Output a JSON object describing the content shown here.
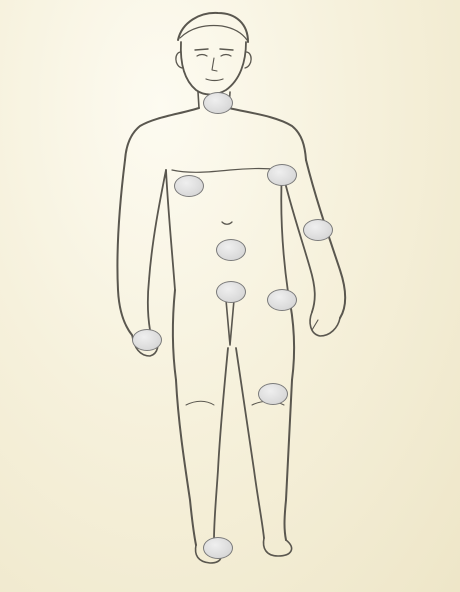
{
  "diagram": {
    "subject": "front-view-human-body-sketch",
    "colors": {
      "paper": "#f6f1dc",
      "pencil": "#5a574f",
      "marker_fill": "#d9d9d9",
      "marker_border": "#7a7a7a"
    },
    "markers": [
      {
        "id": "neck"
      },
      {
        "id": "right-chest"
      },
      {
        "id": "left-chest"
      },
      {
        "id": "left-elbow"
      },
      {
        "id": "abdomen"
      },
      {
        "id": "right-groin"
      },
      {
        "id": "left-thigh"
      },
      {
        "id": "right-hand"
      },
      {
        "id": "left-knee"
      },
      {
        "id": "foot"
      }
    ]
  }
}
